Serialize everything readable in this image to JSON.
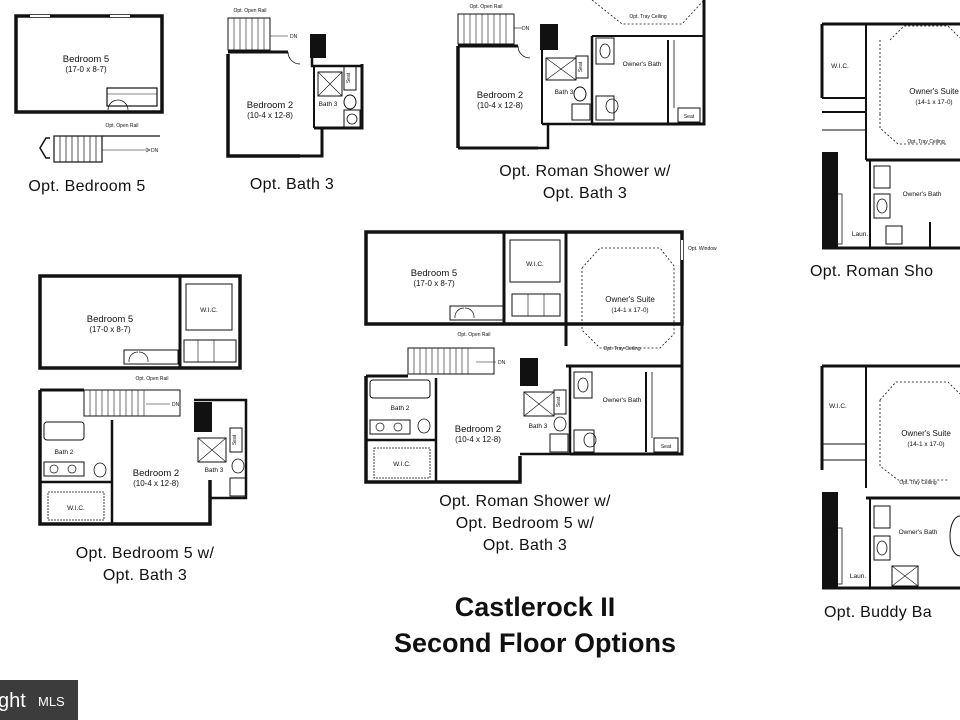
{
  "plans": {
    "p1": {
      "caption": "Opt. Bedroom 5",
      "bed5_name": "Bedroom 5",
      "bed5_size": "(17-0 x 8-7)",
      "rail": "Opt. Open Rail",
      "dn": "DN"
    },
    "p2": {
      "caption": "Opt. Bath 3",
      "rail": "Opt. Open Rail",
      "dn": "DN",
      "bed2_name": "Bedroom 2",
      "bed2_size": "(10-4 x 12-8)",
      "bath3": "Bath 3",
      "seat": "Seat"
    },
    "p3": {
      "caption_line1": "Opt. Roman Shower w/",
      "caption_line2": "Opt. Bath 3",
      "rail": "Opt. Open Rail",
      "dn": "DN",
      "tray": "Opt. Tray Ceiling",
      "bed2_name": "Bedroom 2",
      "bed2_size": "(10-4 x 12-8)",
      "bath3": "Bath 3",
      "owners_bath": "Owner's Bath",
      "seat": "Seat"
    },
    "p4": {
      "caption": "Opt. Roman Sho",
      "wic": "W.I.C.",
      "suite_name": "Owner's Suite",
      "suite_size": "(14-1 x 17-0)",
      "tray": "Opt. Tray Ceiling",
      "owners_bath": "Owner's Bath",
      "laun": "Laun."
    },
    "p5": {
      "caption_line1": "Opt. Bedroom 5 w/",
      "caption_line2": "Opt. Bath 3",
      "bed5_name": "Bedroom 5",
      "bed5_size": "(17-0 x 8-7)",
      "wic": "W.I.C.",
      "rail": "Opt. Open Rail",
      "dn": "DN",
      "bath2": "Bath 2",
      "bed2_name": "Bedroom 2",
      "bed2_size": "(10-4 x 12-8)",
      "bath3": "Bath 3",
      "seat": "Seat",
      "wic2": "W.I.C."
    },
    "p6": {
      "caption_line1": "Opt. Roman Shower w/",
      "caption_line2": "Opt. Bedroom 5 w/",
      "caption_line3": "Opt. Bath 3",
      "bed5_name": "Bedroom 5",
      "bed5_size": "(17-0 x 8-7)",
      "wic": "W.I.C.",
      "suite_name": "Owner's Suite",
      "suite_size": "(14-1 x 17-0)",
      "window": "Opt. Window",
      "tray": "Opt. Tray Ceiling",
      "rail": "Opt. Open Rail",
      "dn": "DN",
      "bath2": "Bath 2",
      "bed2_name": "Bedroom 2",
      "bed2_size": "(10-4 x 12-8)",
      "bath3": "Bath 3",
      "owners_bath": "Owner's Bath",
      "seat": "Seat",
      "wic2": "W.I.C."
    },
    "p7": {
      "caption": "Opt. Buddy Ba",
      "wic": "W.I.C.",
      "suite_name": "Owner's Suite",
      "suite_size": "(14-1 x 17-0)",
      "tray": "Opt. Tray Ceiling",
      "owners_bath": "Owner's Bath",
      "laun": "Laun."
    }
  },
  "title": {
    "line1": "Castlerock II",
    "line2": "Second Floor Options"
  },
  "logo": {
    "part1": "ght",
    "part2": "MLS"
  }
}
